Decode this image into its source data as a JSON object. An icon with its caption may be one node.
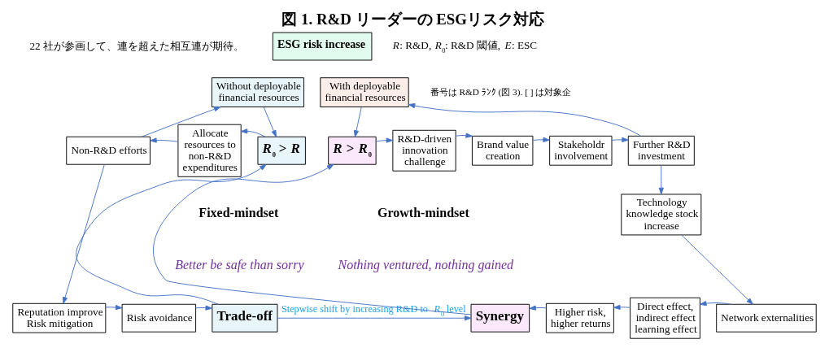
{
  "diagram": {
    "title": "図 1. R&D リーダーの ESGリスク対応",
    "nodes": [
      {
        "text": [
          "ESG risk increase"
        ]
      },
      {
        "text": [
          "Without deployable financial resources"
        ]
      },
      {
        "text": [
          "With deployable financial resources"
        ]
      },
      {
        "text": [
          "*R*$_{0}$ > *R*"
        ]
      },
      {
        "text": [
          "*R* > *R*$_{0}$"
        ]
      },
      {
        "text": [
          "Allocate resources to non-R&D expenditures"
        ]
      },
      {
        "text": [
          "Non-R&D efforts"
        ]
      },
      {
        "text": [
          "Reputation improve Risk mitigation"
        ]
      },
      {
        "text": [
          "Risk avoidance"
        ]
      },
      {
        "text": [
          "Trade-off"
        ]
      },
      {
        "text": [
          "Synergy"
        ]
      },
      {
        "text": [
          "R&D-driven innovation challenge"
        ]
      },
      {
        "text": [
          "Brand value creation"
        ]
      },
      {
        "text": [
          "Stakeholdr involvement"
        ]
      },
      {
        "text": [
          "Further R&D investment"
        ]
      },
      {
        "text": [
          "Technology knowledge stock increase"
        ]
      },
      {
        "text": [
          "Network externalities"
        ]
      },
      {
        "text": [
          "Direct effect, indirect effect learning effect"
        ]
      },
      {
        "text": [
          "Higher risk, higher returns"
        ]
      }
    ],
    "edges": [
      {
        "from": 6,
        "to": 1,
        "arrow": "to"
      },
      {
        "from": 1,
        "to": 3,
        "arrow": "to"
      },
      {
        "from": 3,
        "to": 5,
        "arrow": "to"
      },
      {
        "from": 5,
        "to": 6,
        "arrow": "to"
      },
      {
        "from": 6,
        "to": 7,
        "arrow": "to"
      },
      {
        "from": 7,
        "to": 8,
        "arrow": "to"
      },
      {
        "from": 8,
        "to": 9,
        "arrow": "to"
      },
      {
        "from": 9,
        "to": 3,
        "arrow": "to"
      },
      {
        "from": 14,
        "to": 2,
        "arrow": "to"
      },
      {
        "from": 2,
        "to": 4,
        "arrow": "to"
      },
      {
        "from": 4,
        "to": 11,
        "arrow": "to"
      },
      {
        "from": 11,
        "to": 12,
        "arrow": "to"
      },
      {
        "from": 12,
        "to": 13,
        "arrow": "to"
      },
      {
        "from": 13,
        "to": 14,
        "arrow": "to"
      },
      {
        "from": 14,
        "to": 15,
        "arrow": "to"
      },
      {
        "from": 15,
        "to": 16,
        "arrow": "to"
      },
      {
        "from": 16,
        "to": 17,
        "arrow": "to"
      },
      {
        "from": 17,
        "to": 18,
        "arrow": "to"
      },
      {
        "from": 18,
        "to": 10,
        "arrow": "to"
      },
      {
        "from": 10,
        "to": 4,
        "arrow": "to"
      },
      {
        "from": 9,
        "to": 10,
        "arrow": "to",
        "label": "Stepwise shift by increasing R&D to *R*$_{0}$ level"
      }
    ],
    "labels": [
      "22 社が参画して、連を超えた相互連が期待。",
      "*R*: R&D, *R*$_{0}$: R&D 閾値, *E*: ESC",
      "番号は R&D ﾗﾝｸ (図 3). [ ] は対象企",
      "Fixed-mindset",
      "Better be safe than sorry",
      "Growth-mindset",
      "Nothing ventured, nothing gained"
    ]
  }
}
